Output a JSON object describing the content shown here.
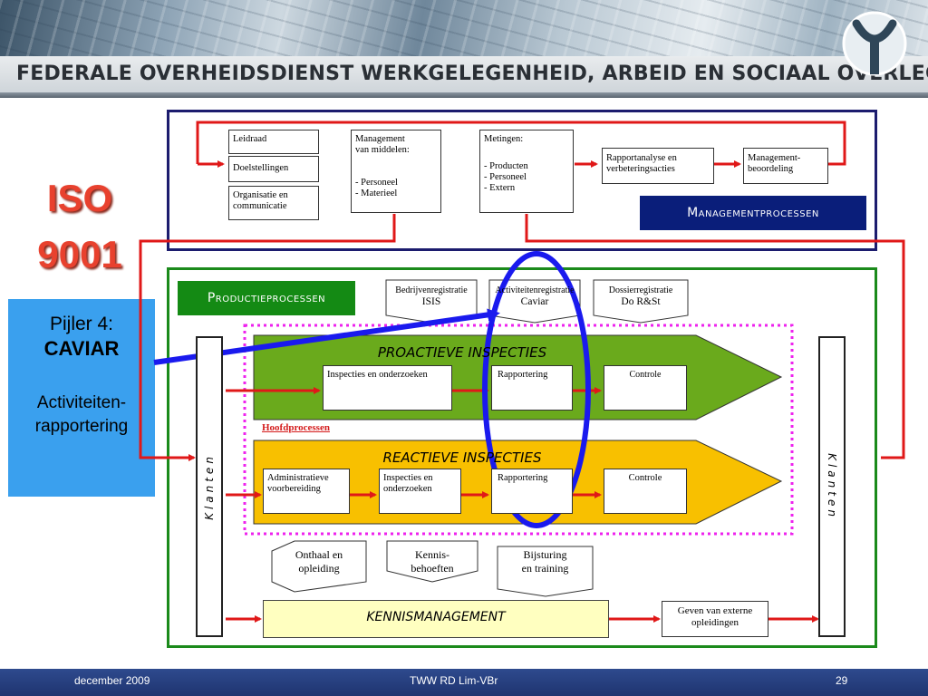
{
  "header": {
    "title": "FEDERALE OVERHEIDSDIENST WERKGELEGENHEID, ARBEID EN SOCIAAL OVERLEG"
  },
  "slide_title": {
    "line1": "ISO",
    "line2": "9001"
  },
  "callout": {
    "line1": "Pijler 4:",
    "line2": "CAVIAR",
    "line3": "Activiteiten-",
    "line4": "rapportering"
  },
  "management": {
    "label": "Managementprocessen",
    "leidraad": "Leidraad",
    "doelstellingen": "Doelstellingen",
    "organisatie": {
      "l1": "Organisatie en",
      "l2": "communicatie"
    },
    "middelen": {
      "l1": "Management",
      "l2": "van middelen:",
      "l3": "- Personeel",
      "l4": "- Materieel"
    },
    "metingen": {
      "l1": "Metingen:",
      "l2": "- Producten",
      "l3": "- Personeel",
      "l4": "- Extern"
    },
    "rapportanalyse": {
      "l1": "Rapportanalyse en",
      "l2": "verbeteringsacties"
    },
    "beoordeling": {
      "l1": "Management-",
      "l2": "beoordeling"
    }
  },
  "production": {
    "label": "Productieprocessen",
    "registers": [
      {
        "l1": "Bedrijvenregistratie",
        "l2": "ISIS"
      },
      {
        "l1": "Activiteitenregistratie",
        "l2": "Caviar"
      },
      {
        "l1": "Dossierregistratie",
        "l2": "Do R&St"
      }
    ],
    "klanten": "Klanten",
    "hoofdprocessen": "Hoofdprocessen",
    "proactief": {
      "title": "PROACTIEVE INSPECTIES",
      "steps": [
        "Inspecties en onderzoeken",
        "Rapportering",
        "Controle"
      ]
    },
    "reactief": {
      "title": "REACTIEVE INSPECTIES",
      "steps": [
        {
          "l1": "Administratieve",
          "l2": "voorbereiding"
        },
        {
          "l1": "Inspecties en",
          "l2": "onderzoeken"
        },
        {
          "l1": "Rapportering",
          "l2": ""
        },
        {
          "l1": "Controle",
          "l2": ""
        }
      ]
    },
    "support": [
      {
        "l1": "Onthaal en",
        "l2": "opleiding"
      },
      {
        "l1": "Kennis-",
        "l2": "behoeften"
      },
      {
        "l1": "Bijsturing",
        "l2": "en training"
      }
    ],
    "kennismanagement": "KENNISMANAGEMENT",
    "extern": {
      "l1": "Geven van externe",
      "l2": "opleidingen"
    }
  },
  "footer": {
    "date": "december 2009",
    "center": "TWW RD Lim-VBr",
    "page": "29"
  },
  "colors": {
    "accent_red": "#e8412e",
    "arrow_red": "#e01818",
    "navy": "#0a1e7a",
    "green": "#148a14",
    "callout_blue": "#3aa0ee",
    "ring_blue": "#1a1aee"
  }
}
